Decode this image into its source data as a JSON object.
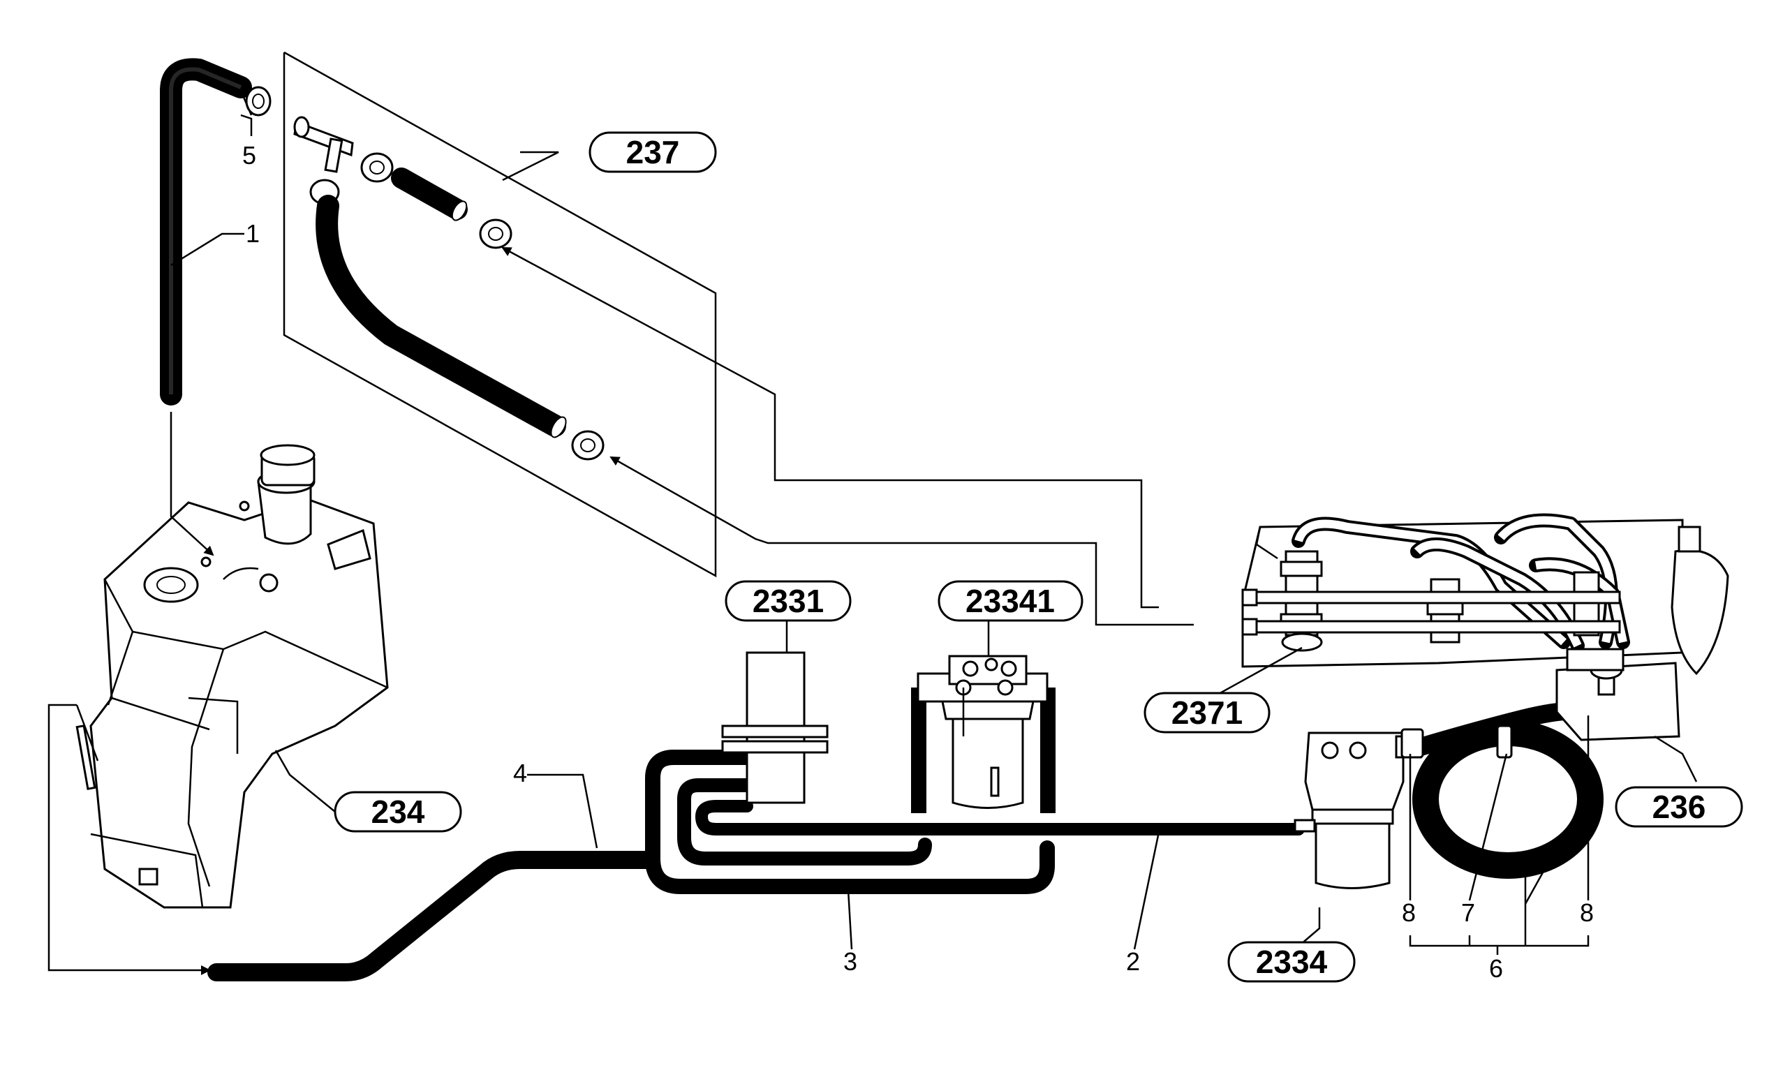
{
  "callouts": {
    "c234": "234",
    "c237": "237",
    "c2331": "2331",
    "c23341": "23341",
    "c2371": "2371",
    "c236": "236",
    "c2334": "2334"
  },
  "item_numbers": {
    "n1": "1",
    "n2": "2",
    "n3": "3",
    "n4": "4",
    "n5": "5",
    "n6": "6",
    "n7": "7",
    "n8a": "8",
    "n8b": "8"
  },
  "colors": {
    "line": "#000000",
    "background": "#ffffff"
  }
}
